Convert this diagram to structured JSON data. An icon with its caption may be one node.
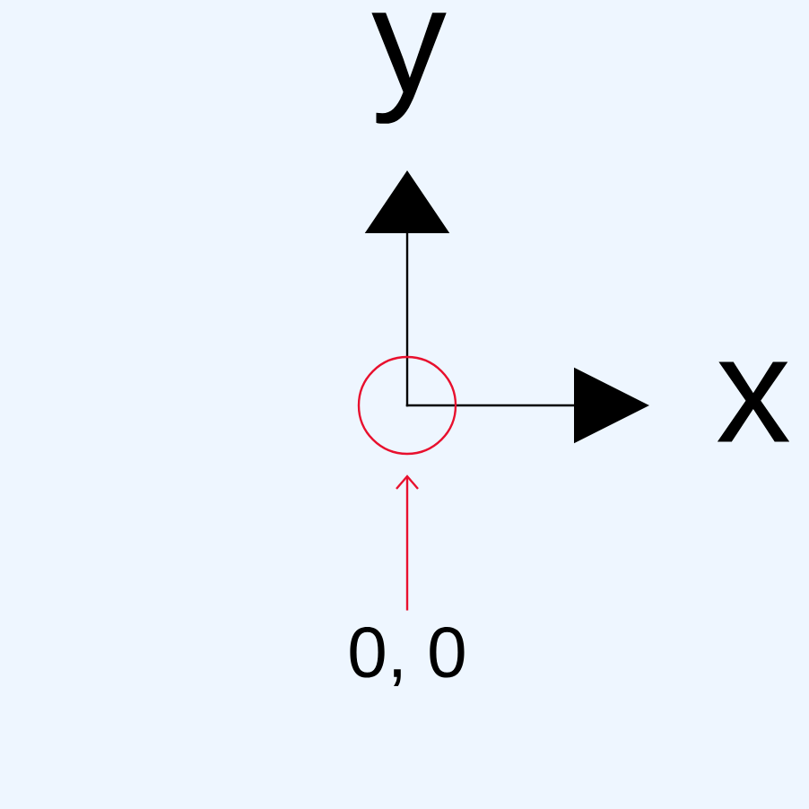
{
  "diagram": {
    "nodes": [
      {
        "text": [
          "0, 0"
        ]
      },
      {
        "text": [],
        "shape": "circle"
      }
    ],
    "edges": [
      {
        "from": 0,
        "to": 1,
        "arrow": "to",
        "color": "#e8102e"
      }
    ],
    "labels": [
      "y",
      "x"
    ]
  }
}
